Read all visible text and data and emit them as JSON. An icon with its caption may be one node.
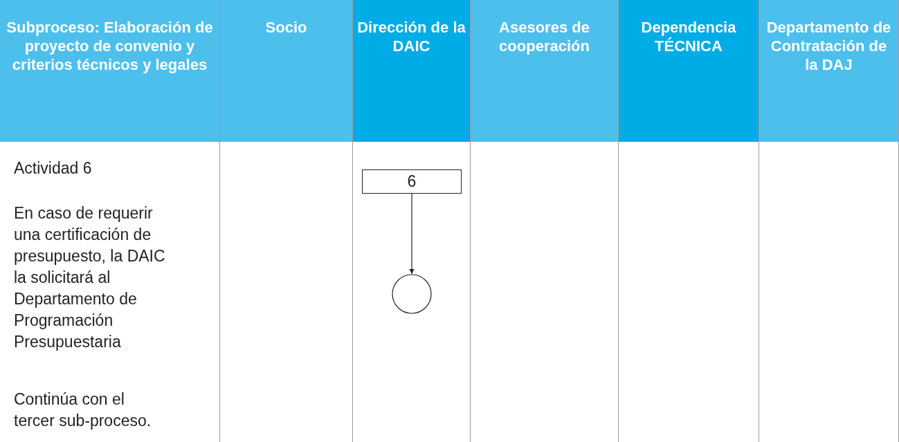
{
  "diagram": {
    "nodes": [
      {
        "text": [
          "Subproceso: Elaboración de proyecto de convenio y criterios técnicos y legales",
          "Actividad 6",
          "En caso de requerir una certificación de presupuesto, la DAIC la solicitará al Departamento de Programación Presupuestaria",
          "Continúa con el tercer sub-proceso."
        ]
      },
      {
        "text": [
          "Socio"
        ]
      },
      {
        "text": [
          "Dirección de la DAIC"
        ]
      },
      {
        "text": [
          "Asesores de cooperación"
        ]
      },
      {
        "text": [
          "Dependencia TÉCNICA"
        ]
      },
      {
        "text": [
          "Departamento de Contratación de la DAJ"
        ]
      },
      {
        "text": [
          "6"
        ],
        "in": 2
      },
      {
        "text": [],
        "shape": "circle",
        "in": 2
      }
    ],
    "edges": [
      {
        "from": 6,
        "to": 7,
        "arrow": "to"
      }
    ]
  }
}
